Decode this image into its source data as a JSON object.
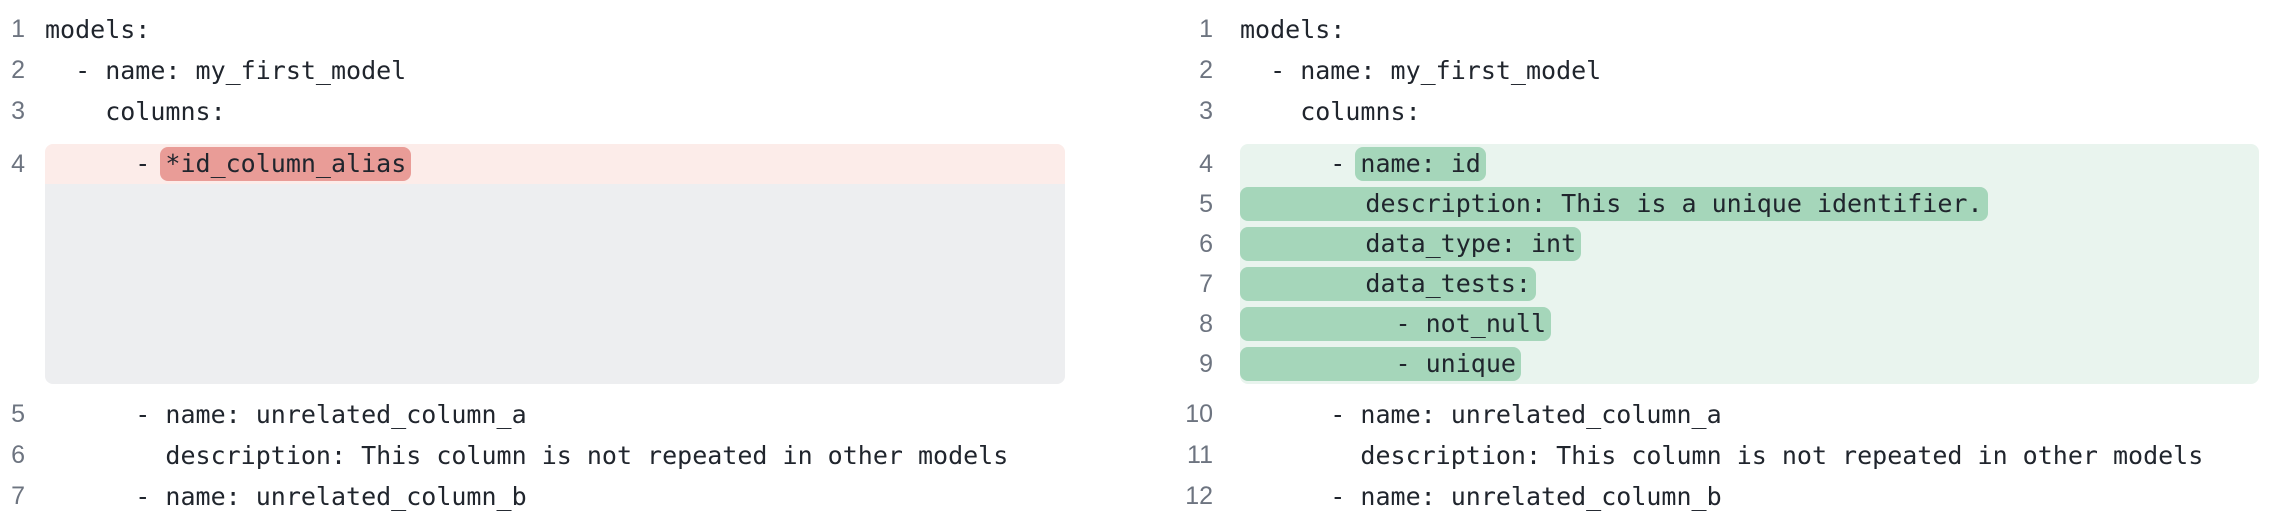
{
  "colors": {
    "code_text": "#20252d",
    "line_number_text": "#6d7480",
    "removed_line_bg": "#fcece9",
    "removed_word_bg": "#e99c97",
    "collapsed_filler_bg": "#edeef0",
    "added_line_bg": "#e9f4ee",
    "added_word_bg": "#a5d6ba"
  },
  "panes": {
    "left": {
      "context_top": [
        {
          "num": "1",
          "text": "models:"
        },
        {
          "num": "2",
          "text": "  - name: my_first_model"
        },
        {
          "num": "3",
          "text": "    columns:"
        }
      ],
      "removed_line": {
        "num": "4",
        "prefix": "      - ",
        "changed": "*id_column_alias"
      },
      "context_bottom": [
        {
          "num": "5",
          "text": "      - name: unrelated_column_a"
        },
        {
          "num": "6",
          "text": "        description: This column is not repeated in other models"
        },
        {
          "num": "7",
          "text": "      - name: unrelated_column_b"
        }
      ]
    },
    "right": {
      "context_top": [
        {
          "num": "1",
          "text": "models:"
        },
        {
          "num": "2",
          "text": "  - name: my_first_model"
        },
        {
          "num": "3",
          "text": "    columns:"
        }
      ],
      "added_lines": [
        {
          "num": "4",
          "prefix": "      - ",
          "changed": "name: id"
        },
        {
          "num": "5",
          "prefix": "",
          "changed": "        description: This is a unique identifier."
        },
        {
          "num": "6",
          "prefix": "",
          "changed": "        data_type: int"
        },
        {
          "num": "7",
          "prefix": "",
          "changed": "        data_tests:"
        },
        {
          "num": "8",
          "prefix": "",
          "changed": "          - not_null"
        },
        {
          "num": "9",
          "prefix": "",
          "changed": "          - unique"
        }
      ],
      "context_bottom": [
        {
          "num": "10",
          "text": "      - name: unrelated_column_a"
        },
        {
          "num": "11",
          "text": "        description: This column is not repeated in other models"
        },
        {
          "num": "12",
          "text": "      - name: unrelated_column_b"
        }
      ]
    }
  }
}
